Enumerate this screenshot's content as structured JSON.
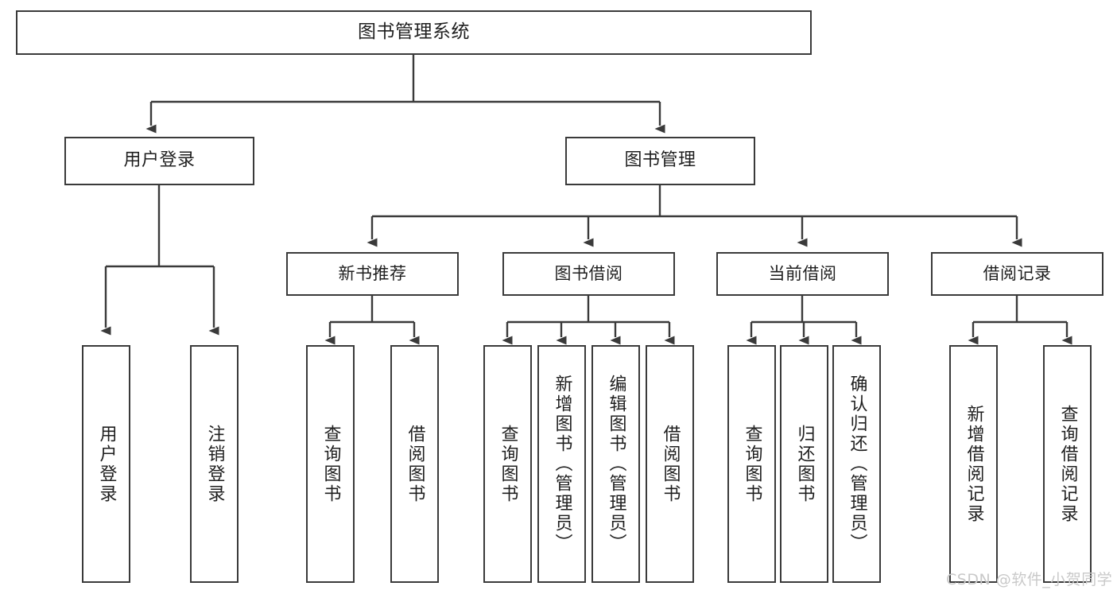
{
  "diagram": {
    "title": "图书管理系统",
    "type": "tree-hierarchy-functional-structure",
    "orientation": "top-down",
    "colors": {
      "background": "#ffffff",
      "box_border": "#3a3a3a",
      "box_fill": "#ffffff",
      "text": "#1f1f1f",
      "edge": "#3a3a3a",
      "watermark": "#c9c9c9"
    },
    "watermark": "CSDN @软件_小贺同学"
  },
  "nodes": {
    "root": {
      "label": "图书管理系统"
    },
    "level1": [
      {
        "id": "user-login",
        "label": "用户登录"
      },
      {
        "id": "book-manage",
        "label": "图书管理"
      }
    ],
    "level2": [
      {
        "id": "new-book-recommend",
        "label": "新书推荐"
      },
      {
        "id": "book-borrow",
        "label": "图书借阅"
      },
      {
        "id": "current-borrow",
        "label": "当前借阅"
      },
      {
        "id": "borrow-record",
        "label": "借阅记录"
      }
    ],
    "leaves": {
      "user_login": [
        {
          "id": "leaf-user-login",
          "label": "用户登录"
        },
        {
          "id": "leaf-logout",
          "label": "注销登录"
        }
      ],
      "new_book_recommend": [
        {
          "id": "leaf-query-book-1",
          "label": "查询图书"
        },
        {
          "id": "leaf-borrow-book-1",
          "label": "借阅图书"
        }
      ],
      "book_borrow": [
        {
          "id": "leaf-query-book-2",
          "label": "查询图书"
        },
        {
          "id": "leaf-add-book",
          "label": "新增图书（管理员）"
        },
        {
          "id": "leaf-edit-book",
          "label": "编辑图书（管理员）"
        },
        {
          "id": "leaf-borrow-book-2",
          "label": "借阅图书"
        }
      ],
      "current_borrow": [
        {
          "id": "leaf-query-book-3",
          "label": "查询图书"
        },
        {
          "id": "leaf-return-book",
          "label": "归还图书"
        },
        {
          "id": "leaf-confirm-return",
          "label": "确认归还（管理员）"
        }
      ],
      "borrow_record": [
        {
          "id": "leaf-add-record",
          "label": "新增借阅记录"
        },
        {
          "id": "leaf-query-record",
          "label": "查询借阅记录"
        }
      ]
    }
  }
}
